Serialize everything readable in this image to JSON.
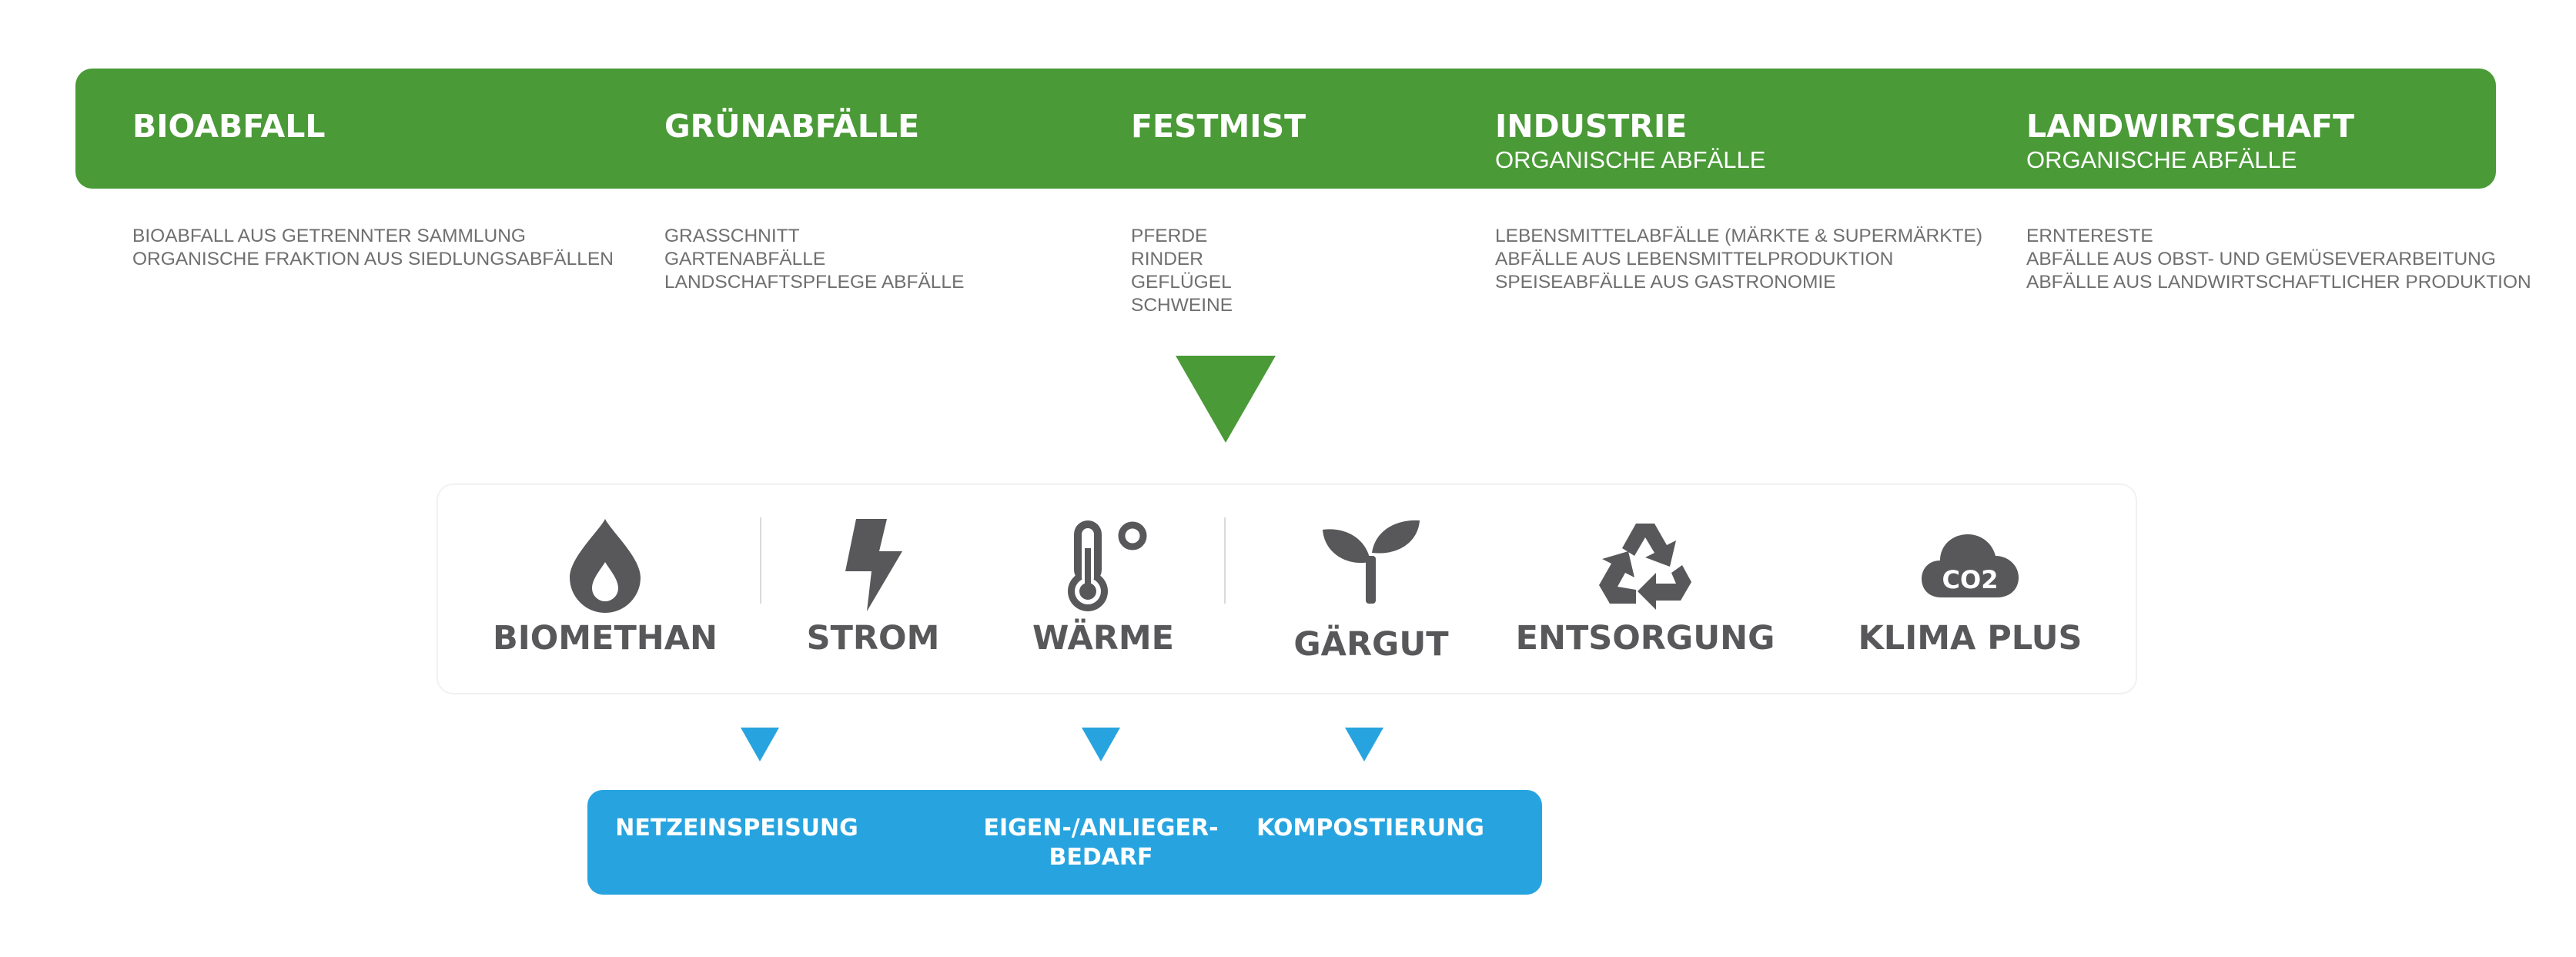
{
  "categories": [
    {
      "title": "BIOABFALL",
      "subtitle": "",
      "items": [
        "BIOABFALL AUS GETRENNTER SAMMLUNG",
        "ORGANISCHE FRAKTION AUS SIEDLUNGSABFÄLLEN"
      ]
    },
    {
      "title": "GRÜNABFÄLLE",
      "subtitle": "",
      "items": [
        "GRASSCHNITT",
        "GARTENABFÄLLE",
        "LANDSCHAFTSPFLEGE ABFÄLLE"
      ]
    },
    {
      "title": "FESTMIST",
      "subtitle": "",
      "items": [
        "PFERDE",
        "RINDER",
        "GEFLÜGEL",
        "SCHWEINE"
      ]
    },
    {
      "title": "INDUSTRIE",
      "subtitle": "ORGANISCHE ABFÄLLE",
      "items": [
        "LEBENSMITTELABFÄLLE (MÄRKTE & SUPERMÄRKTE)",
        "ABFÄLLE AUS LEBENSMITTELPRODUKTION",
        "SPEISEABFÄLLE AUS GASTRONOMIE"
      ]
    },
    {
      "title": "LANDWIRTSCHAFT",
      "subtitle": "ORGANISCHE ABFÄLLE",
      "items": [
        "ERNTERESTE",
        "ABFÄLLE AUS OBST- UND GEMÜSEVERARBEITUNG",
        "ABFÄLLE AUS LANDWIRTSCHAFTLICHER PRODUKTION"
      ]
    }
  ],
  "outputs": [
    {
      "label": "BIOMETHAN",
      "icon": "flame-drop-icon"
    },
    {
      "label": "STROM",
      "icon": "lightning-bolt-icon"
    },
    {
      "label": "WÄRME",
      "icon": "thermometer-icon"
    },
    {
      "label": "GÄRGUT",
      "icon": "sprout-icon"
    },
    {
      "label": "ENTSORGUNG",
      "icon": "recycle-icon"
    },
    {
      "label": "KLIMA PLUS",
      "icon": "co2-cloud-icon",
      "icon_text": "CO2"
    }
  ],
  "uses": [
    {
      "line1": "NETZEINSPEISUNG",
      "line2": ""
    },
    {
      "line1": "EIGEN-/ANLIEGER-",
      "line2": "BEDARF"
    },
    {
      "line1": "KOMPOSTIERUNG",
      "line2": ""
    }
  ],
  "colors": {
    "green": "#4a9a37",
    "blue": "#27a4df",
    "icon_gray": "#58585a",
    "text_gray": "#6f6f6f"
  }
}
